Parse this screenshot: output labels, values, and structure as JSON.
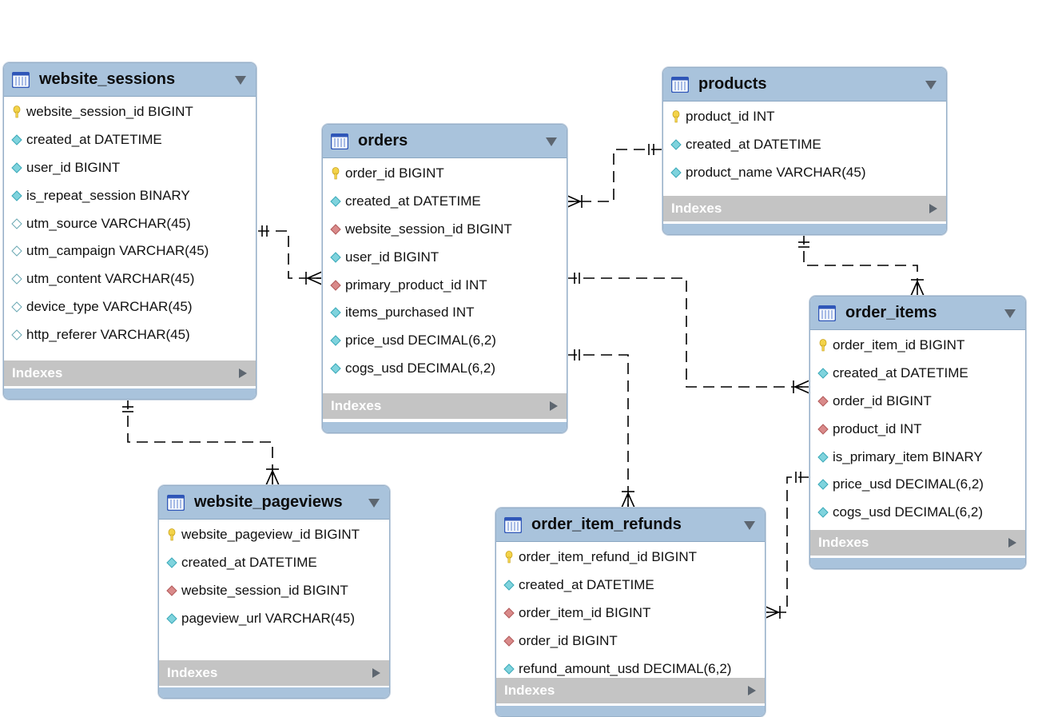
{
  "diagram": {
    "indexes_label": "Indexes",
    "colors": {
      "header": "#a9c3dc",
      "indexes_bar": "#c4c4c4",
      "pk_key": "#f3d34a",
      "fk_diamond": "#d98a8a",
      "attr_diamond": "#7fd3dd",
      "nullable_diamond": "#ffffff",
      "connector": "#000000"
    },
    "entities": [
      {
        "id": "website_sessions",
        "name": "website_sessions",
        "columns": [
          {
            "icon": "primary-key-icon",
            "text": "website_session_id BIGINT"
          },
          {
            "icon": "not-null-column-icon",
            "text": "created_at DATETIME"
          },
          {
            "icon": "not-null-column-icon",
            "text": "user_id BIGINT"
          },
          {
            "icon": "not-null-column-icon",
            "text": "is_repeat_session BINARY"
          },
          {
            "icon": "nullable-column-icon",
            "text": "utm_source VARCHAR(45)"
          },
          {
            "icon": "nullable-column-icon",
            "text": "utm_campaign VARCHAR(45)"
          },
          {
            "icon": "nullable-column-icon",
            "text": "utm_content VARCHAR(45)"
          },
          {
            "icon": "nullable-column-icon",
            "text": "device_type VARCHAR(45)"
          },
          {
            "icon": "nullable-column-icon",
            "text": "http_referer VARCHAR(45)"
          }
        ]
      },
      {
        "id": "orders",
        "name": "orders",
        "columns": [
          {
            "icon": "primary-key-icon",
            "text": "order_id BIGINT"
          },
          {
            "icon": "not-null-column-icon",
            "text": "created_at DATETIME"
          },
          {
            "icon": "foreign-key-icon",
            "text": "website_session_id BIGINT"
          },
          {
            "icon": "not-null-column-icon",
            "text": "user_id BIGINT"
          },
          {
            "icon": "foreign-key-icon",
            "text": "primary_product_id INT"
          },
          {
            "icon": "not-null-column-icon",
            "text": "items_purchased INT"
          },
          {
            "icon": "not-null-column-icon",
            "text": "price_usd DECIMAL(6,2)"
          },
          {
            "icon": "not-null-column-icon",
            "text": "cogs_usd DECIMAL(6,2)"
          }
        ]
      },
      {
        "id": "products",
        "name": "products",
        "columns": [
          {
            "icon": "primary-key-icon",
            "text": "product_id INT"
          },
          {
            "icon": "not-null-column-icon",
            "text": "created_at DATETIME"
          },
          {
            "icon": "not-null-column-icon",
            "text": "product_name VARCHAR(45)"
          }
        ]
      },
      {
        "id": "order_items",
        "name": "order_items",
        "columns": [
          {
            "icon": "primary-key-icon",
            "text": "order_item_id BIGINT"
          },
          {
            "icon": "not-null-column-icon",
            "text": "created_at DATETIME"
          },
          {
            "icon": "foreign-key-icon",
            "text": "order_id BIGINT"
          },
          {
            "icon": "foreign-key-icon",
            "text": "product_id INT"
          },
          {
            "icon": "not-null-column-icon",
            "text": "is_primary_item BINARY"
          },
          {
            "icon": "not-null-column-icon",
            "text": "price_usd DECIMAL(6,2)"
          },
          {
            "icon": "not-null-column-icon",
            "text": "cogs_usd DECIMAL(6,2)"
          }
        ]
      },
      {
        "id": "website_pageviews",
        "name": "website_pageviews",
        "columns": [
          {
            "icon": "primary-key-icon",
            "text": "website_pageview_id BIGINT"
          },
          {
            "icon": "not-null-column-icon",
            "text": "created_at DATETIME"
          },
          {
            "icon": "foreign-key-icon",
            "text": "website_session_id BIGINT"
          },
          {
            "icon": "not-null-column-icon",
            "text": "pageview_url VARCHAR(45)"
          }
        ]
      },
      {
        "id": "order_item_refunds",
        "name": "order_item_refunds",
        "columns": [
          {
            "icon": "primary-key-icon",
            "text": "order_item_refund_id BIGINT"
          },
          {
            "icon": "not-null-column-icon",
            "text": "created_at DATETIME"
          },
          {
            "icon": "foreign-key-icon",
            "text": "order_item_id BIGINT"
          },
          {
            "icon": "foreign-key-icon",
            "text": "order_id BIGINT"
          },
          {
            "icon": "not-null-column-icon",
            "text": "refund_amount_usd DECIMAL(6,2)"
          }
        ]
      }
    ],
    "relationships": [
      {
        "from": "website_sessions",
        "to": "orders",
        "from_cardinality": "one",
        "to_cardinality": "many"
      },
      {
        "from": "products",
        "to": "orders",
        "from_cardinality": "one",
        "to_cardinality": "many"
      },
      {
        "from": "products",
        "to": "order_items",
        "from_cardinality": "one",
        "to_cardinality": "many"
      },
      {
        "from": "orders",
        "to": "order_items",
        "from_cardinality": "one",
        "to_cardinality": "many"
      },
      {
        "from": "orders",
        "to": "order_item_refunds",
        "from_cardinality": "one",
        "to_cardinality": "many"
      },
      {
        "from": "order_items",
        "to": "order_item_refunds",
        "from_cardinality": "one",
        "to_cardinality": "many"
      },
      {
        "from": "website_sessions",
        "to": "website_pageviews",
        "from_cardinality": "one",
        "to_cardinality": "many"
      }
    ]
  }
}
